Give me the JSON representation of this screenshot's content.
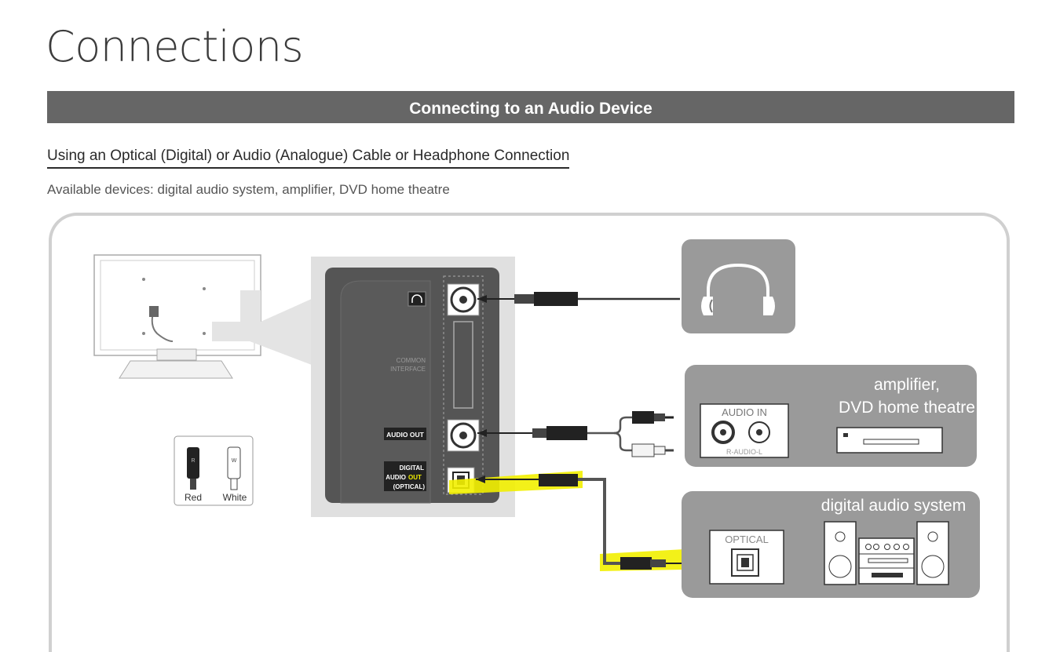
{
  "header": {
    "title": "Connections",
    "section": "Connecting to an Audio Device",
    "subhead": "Using an Optical (Digital) or Audio (Analogue) Cable or Headphone Connection",
    "available": "Available devices: digital audio system, amplifier, DVD home theatre"
  },
  "tv_panel": {
    "common_interface": [
      "COMMON",
      "INTERFACE"
    ],
    "audio_out": "AUDIO OUT",
    "digital_line1": "DIGITAL",
    "digital_line2_a": "AUDIO",
    "digital_line2_b": "OUT",
    "digital_line3": "(OPTICAL)"
  },
  "cable_legend": {
    "red": "Red",
    "white": "White",
    "red_letter": "R",
    "white_letter": "W"
  },
  "amplifier": {
    "title_line1": "amplifier,",
    "title_line2": "DVD home theatre",
    "audio_in": "AUDIO IN",
    "audio_channels": "R-AUDIO-L"
  },
  "digital_system": {
    "title": "digital audio system",
    "optical": "OPTICAL"
  },
  "colors": {
    "section_bar": "#666666",
    "panel_dark": "#555555",
    "device_box": "#9a9a9a",
    "highlight": "#f2ef00"
  }
}
